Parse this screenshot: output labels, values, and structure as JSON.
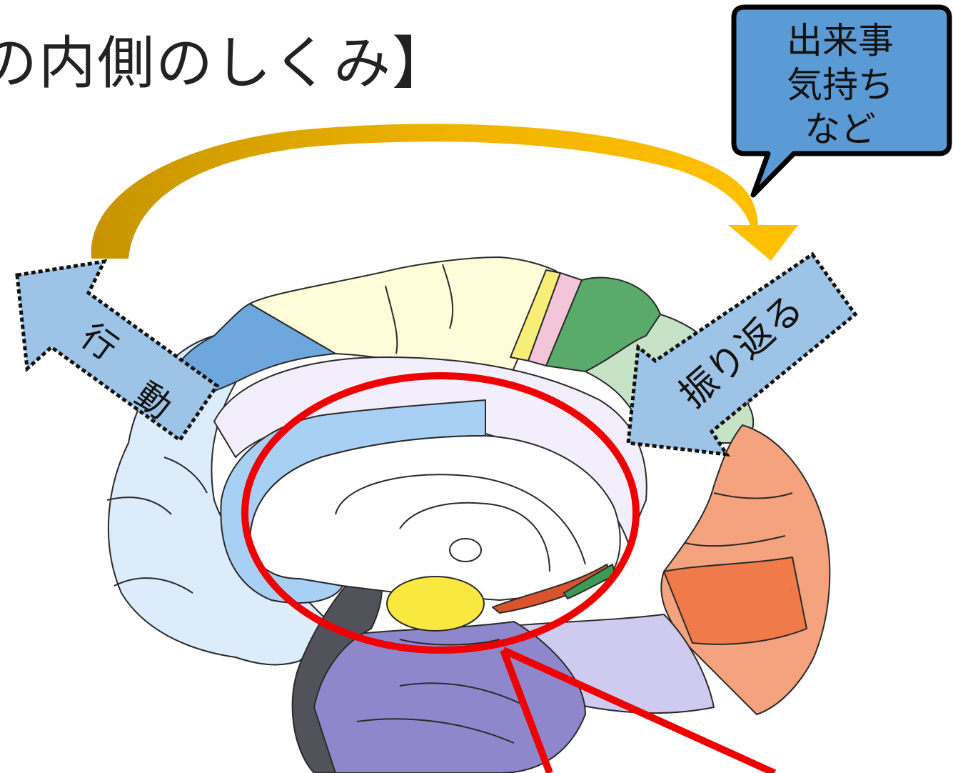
{
  "title": "の内側のしくみ】",
  "speech_bubble": {
    "lines": [
      "出来事",
      "気持ち",
      "など"
    ]
  },
  "arrows": {
    "action": {
      "chars": [
        "行",
        "動"
      ]
    },
    "reflect": {
      "label": "振り返る"
    }
  },
  "colors": {
    "bubble_fill": "#5b9bd5",
    "arrow_fill": "#9dc3e6",
    "cycle_arrow_start": "#c69400",
    "cycle_arrow_end": "#ffc000",
    "highlight": "#ee0000"
  }
}
